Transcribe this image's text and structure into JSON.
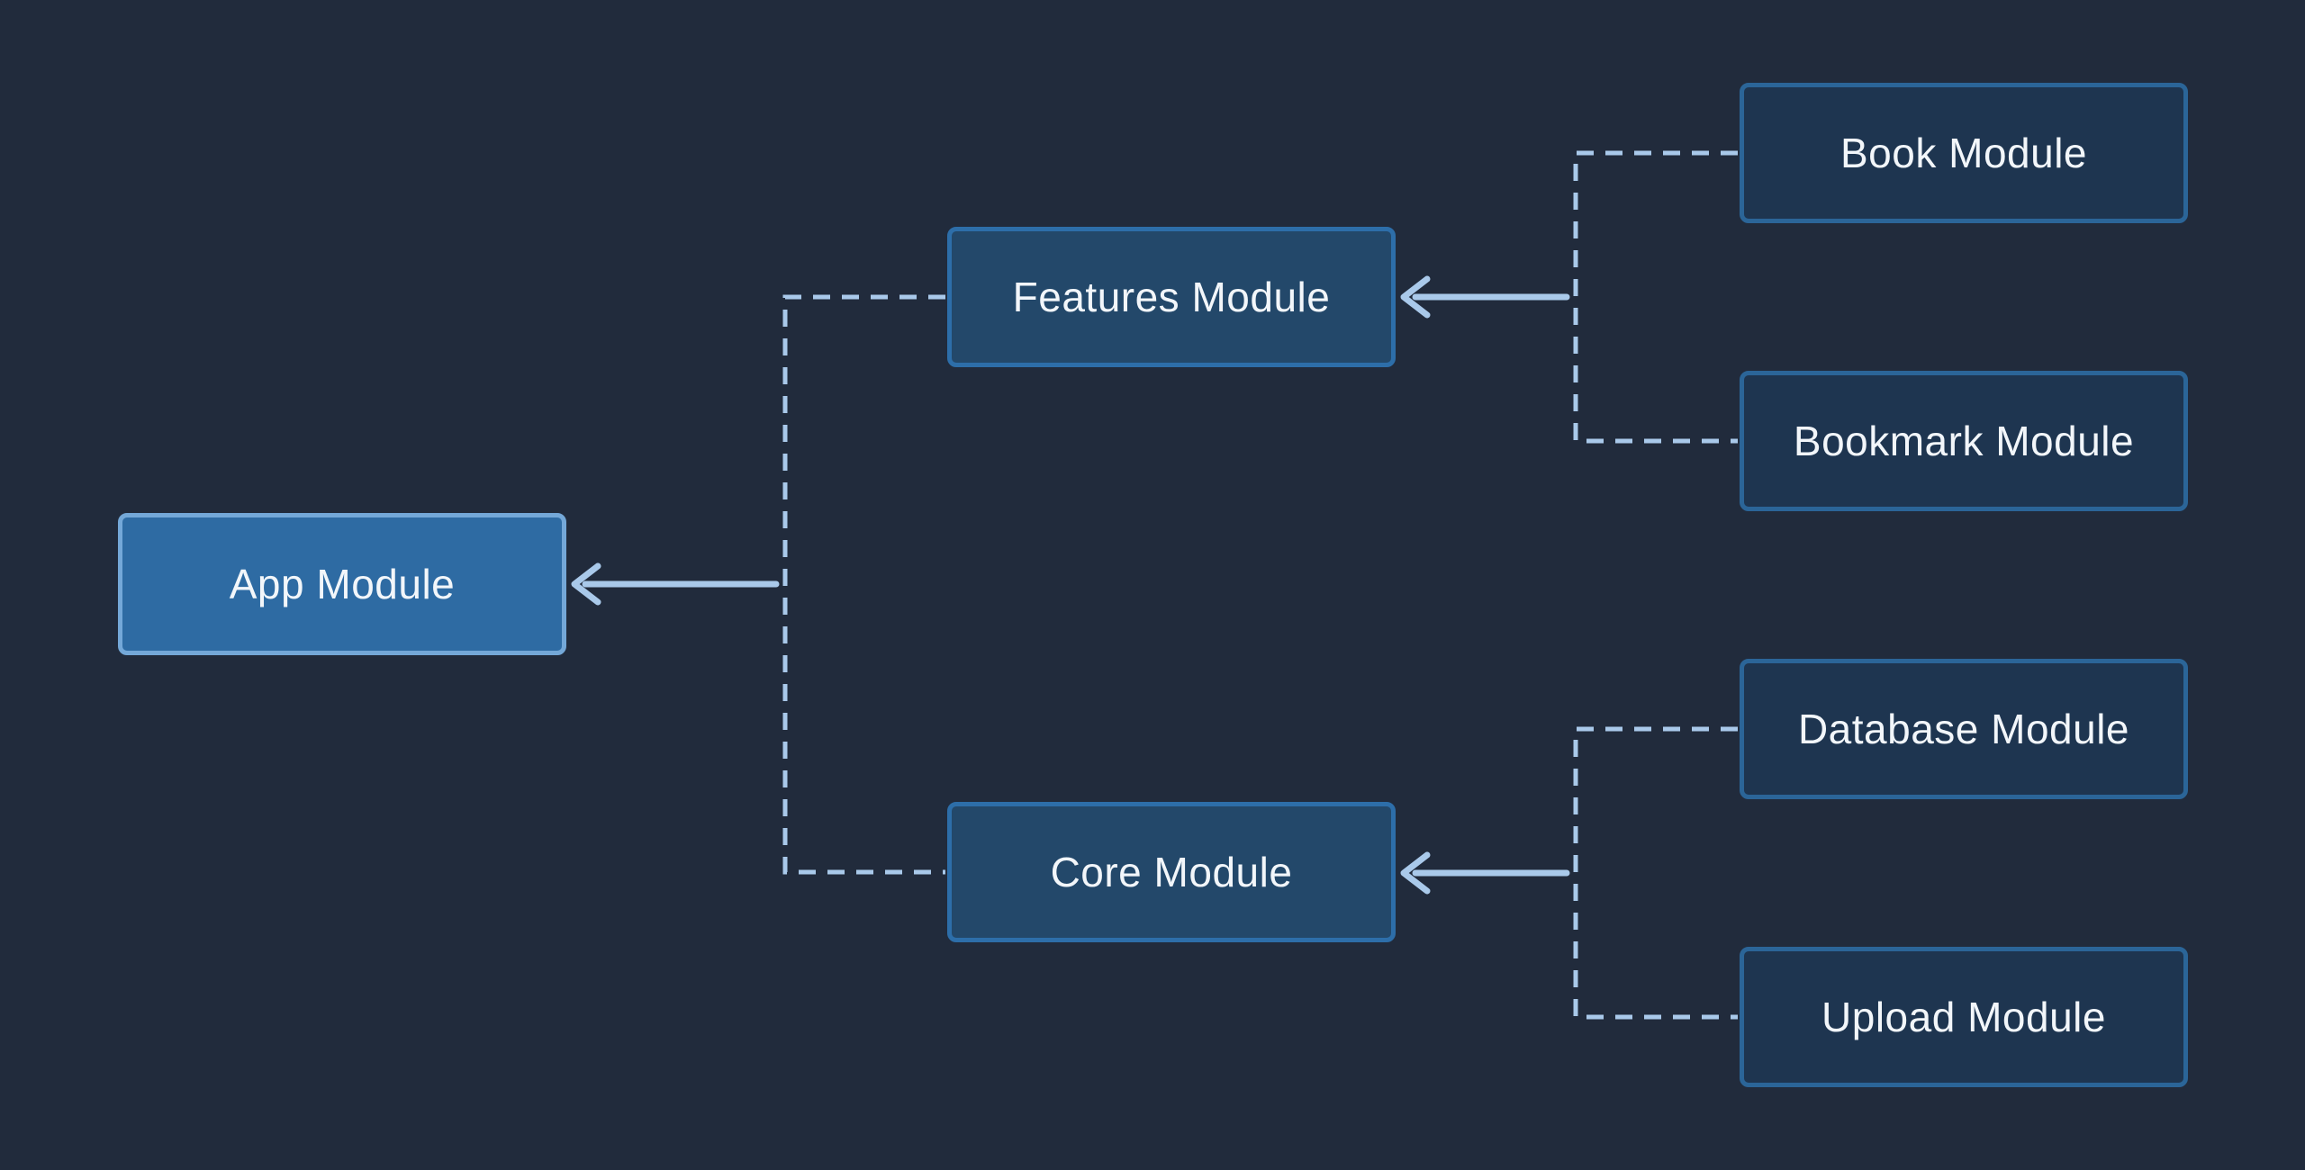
{
  "nodes": {
    "app": {
      "label": "App Module"
    },
    "features": {
      "label": "Features Module"
    },
    "core": {
      "label": "Core Module"
    },
    "book": {
      "label": "Book Module"
    },
    "bookmark": {
      "label": "Bookmark Module"
    },
    "database": {
      "label": "Database Module"
    },
    "upload": {
      "label": "Upload Module"
    }
  },
  "edges": [
    {
      "from": "features",
      "to": "app"
    },
    {
      "from": "core",
      "to": "app"
    },
    {
      "from": "book",
      "to": "features"
    },
    {
      "from": "bookmark",
      "to": "features"
    },
    {
      "from": "database",
      "to": "core"
    },
    {
      "from": "upload",
      "to": "core"
    }
  ],
  "colors": {
    "bg": "#212b3c",
    "connector": "#a9c9ea",
    "text": "#f2f6fa",
    "app-fill": "#2e6ba3",
    "app-border": "#74a8d8",
    "parent-fill": "#23486a",
    "parent-border": "#2d6ea9",
    "leaf-fill": "#1e3550",
    "leaf-border": "#2b6598"
  }
}
